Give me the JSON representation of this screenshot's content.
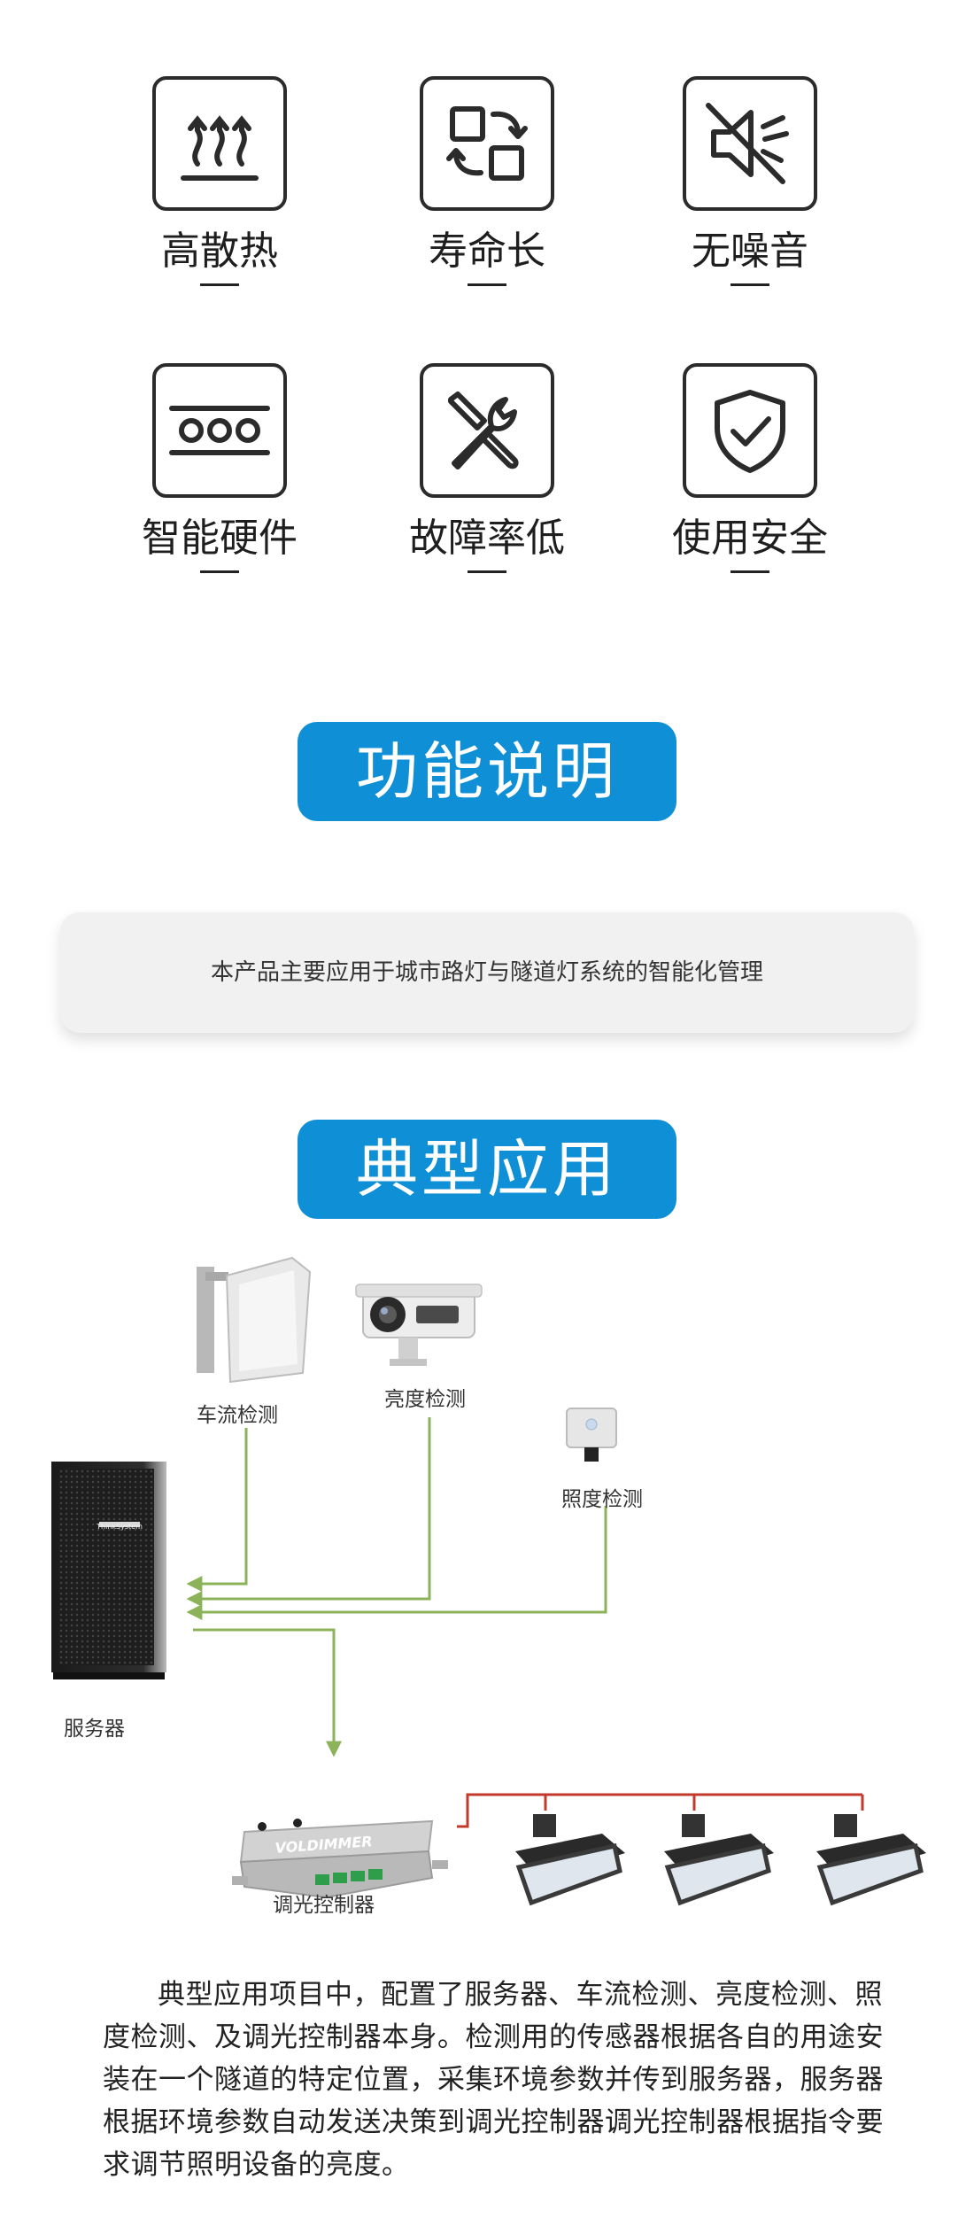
{
  "features": [
    {
      "label": "高散热",
      "icon": "heat-dissipation-icon"
    },
    {
      "label": "寿命长",
      "icon": "long-life-icon"
    },
    {
      "label": "无噪音",
      "icon": "no-noise-icon"
    },
    {
      "label": "智能硬件",
      "icon": "smart-hardware-icon"
    },
    {
      "label": "故障率低",
      "icon": "low-failure-icon"
    },
    {
      "label": "使用安全",
      "icon": "safety-shield-icon"
    }
  ],
  "sections": {
    "function_title": "功能说明",
    "function_desc": "本产品主要应用于城市路灯与隧道灯系统的智能化管理",
    "application_title": "典型应用"
  },
  "diagram": {
    "nodes": {
      "traffic": "车流检测",
      "brightness": "亮度检测",
      "illuminance": "照度检测",
      "server": "服务器",
      "controller": "调光控制器"
    },
    "controller_brand": "VOLDIMMER",
    "server_brand": "ThinkSystem",
    "colors": {
      "data_line": "#8db35a",
      "power_line": "#c0392b",
      "accent": "#0f8fd6"
    }
  },
  "application_paragraph": "典型应用项目中，配置了服务器、车流检测、亮度检测、照度检测、及调光控制器本身。检测用的传感器根据各自的用途安装在一个隧道的特定位置，采集环境参数并传到服务器，服务器根据环境参数自动发送决策到调光控制器调光控制器根据指令要求调节照明设备的亮度。"
}
